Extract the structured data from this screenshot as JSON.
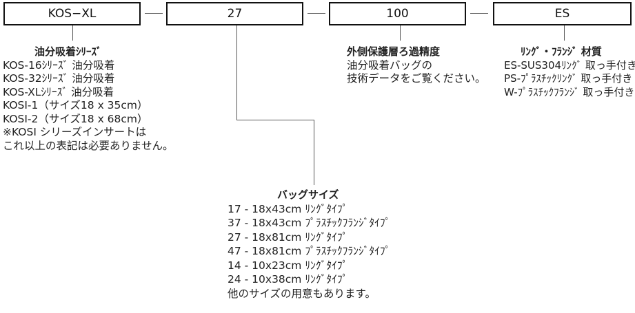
{
  "boxes": {
    "model": "KOS−XL",
    "size": "27",
    "micron": "100",
    "material": "ES"
  },
  "series": {
    "heading": "油分吸着ｼﾘｰｽﾞ",
    "lines": [
      "KOS-16ｼﾘｰｽﾞ 油分吸着",
      "KOS-32ｼﾘｰｽﾞ 油分吸着",
      "KOS-XLｼﾘｰｽﾞ 油分吸着",
      "KOSI-1（サイズ18 x 35cm）",
      "KOSI-2（サイズ18 x 68cm）",
      "※KOSI シリーズインサートは",
      "これ以上の表記は必要ありません。"
    ]
  },
  "filter": {
    "heading": "外側保護層ろ過精度",
    "lines": [
      "油分吸着バッグの",
      "技術データをご覧ください。"
    ]
  },
  "material": {
    "heading": "ﾘﾝｸﾞ・ﾌﾗﾝｼﾞ 材質",
    "lines": [
      "ES-SUS304ﾘﾝｸﾞ 取っ手付き",
      "PS-ﾌﾟﾗｽﾁｯｸﾘﾝｸﾞ 取っ手付き",
      "W-ﾌﾟﾗｽﾁｯｸﾌﾗﾝｼﾞ 取っ手付き"
    ]
  },
  "bag": {
    "heading": "バッグサイズ",
    "lines": [
      "17 -  18x43cm  ﾘﾝｸﾞﾀｲﾌﾟ",
      "37 -  18x43cm  ﾌﾟﾗｽﾁｯｸﾌﾗﾝｼﾞﾀｲﾌﾟ",
      "27 -  18x81cm  ﾘﾝｸﾞﾀｲﾌﾟ",
      "47 -  18x81cm  ﾌﾟﾗｽﾁｯｸﾌﾗﾝｼﾞﾀｲﾌﾟ",
      "14 -  10x23cm  ﾘﾝｸﾞﾀｲﾌﾟ",
      "24 -  10x38cm  ﾘﾝｸﾞﾀｲﾌﾟ",
      "他のサイズの用意もあります。"
    ]
  }
}
